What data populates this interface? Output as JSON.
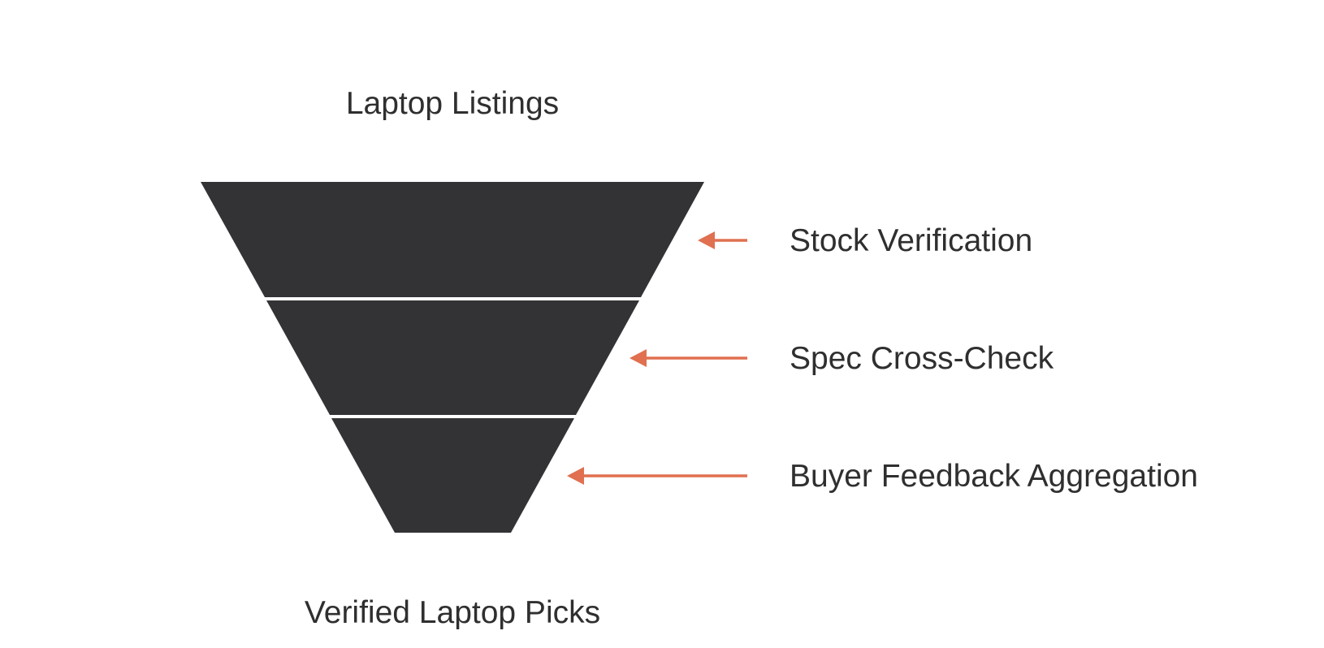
{
  "diagram": {
    "top_label": "Laptop Listings",
    "bottom_label": "Verified Laptop Picks",
    "stages": [
      {
        "label": "Stock Verification"
      },
      {
        "label": "Spec Cross-Check"
      },
      {
        "label": "Buyer Feedback Aggregation"
      }
    ]
  },
  "colors": {
    "funnel_fill": "#333336",
    "arrow": "#e07050",
    "text": "#2f2f2f",
    "background": "#ffffff"
  }
}
